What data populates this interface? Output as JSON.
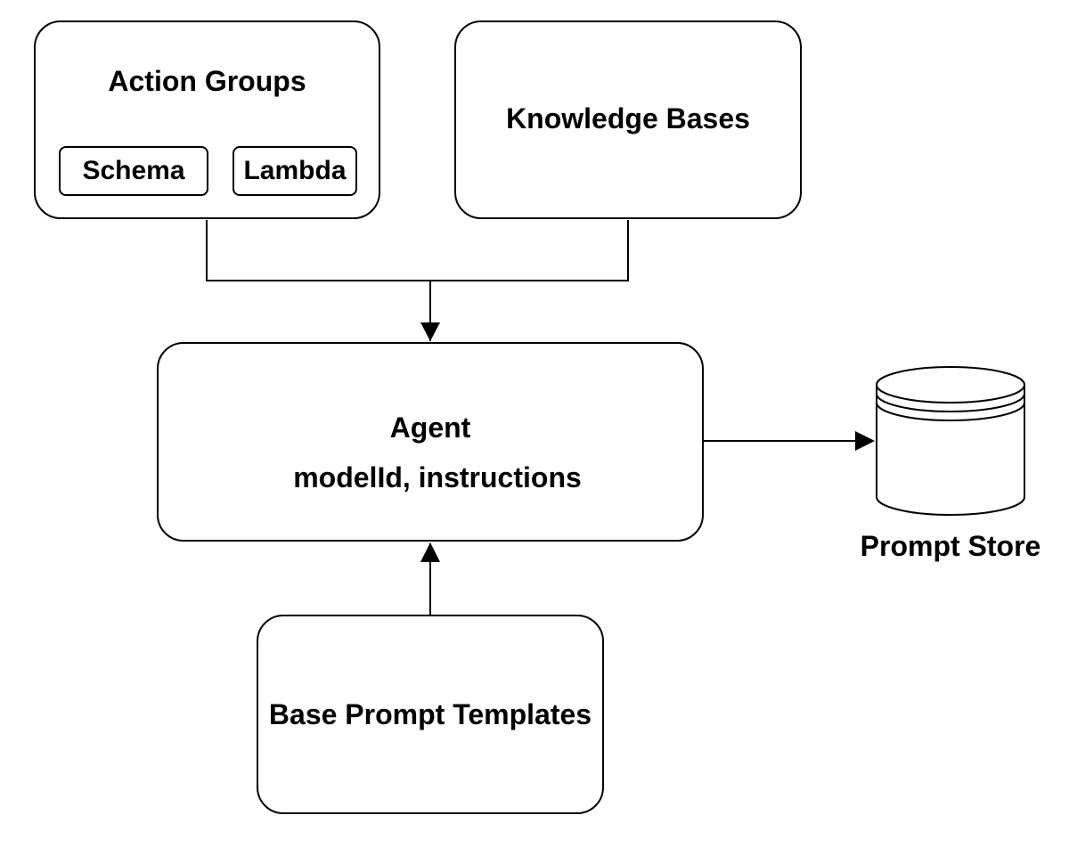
{
  "nodes": {
    "action_groups": {
      "title": "Action Groups",
      "children": [
        "Schema",
        "Lambda"
      ]
    },
    "knowledge_bases": {
      "title": "Knowledge Bases"
    },
    "agent": {
      "title": "Agent",
      "subtitle": "modelId, instructions"
    },
    "prompt_store": {
      "label": "Prompt Store"
    },
    "base_prompt_templates": {
      "title": "Base Prompt Templates"
    }
  },
  "edges": [
    {
      "from": "Action Groups",
      "to": "Agent"
    },
    {
      "from": "Knowledge Bases",
      "to": "Agent"
    },
    {
      "from": "Base Prompt Templates",
      "to": "Agent"
    },
    {
      "from": "Agent",
      "to": "Prompt Store"
    }
  ],
  "colors": {
    "stroke": "#000000",
    "fill": "#ffffff",
    "text": "#000000"
  },
  "icons": {
    "prompt_store": "database-cylinder-icon"
  }
}
